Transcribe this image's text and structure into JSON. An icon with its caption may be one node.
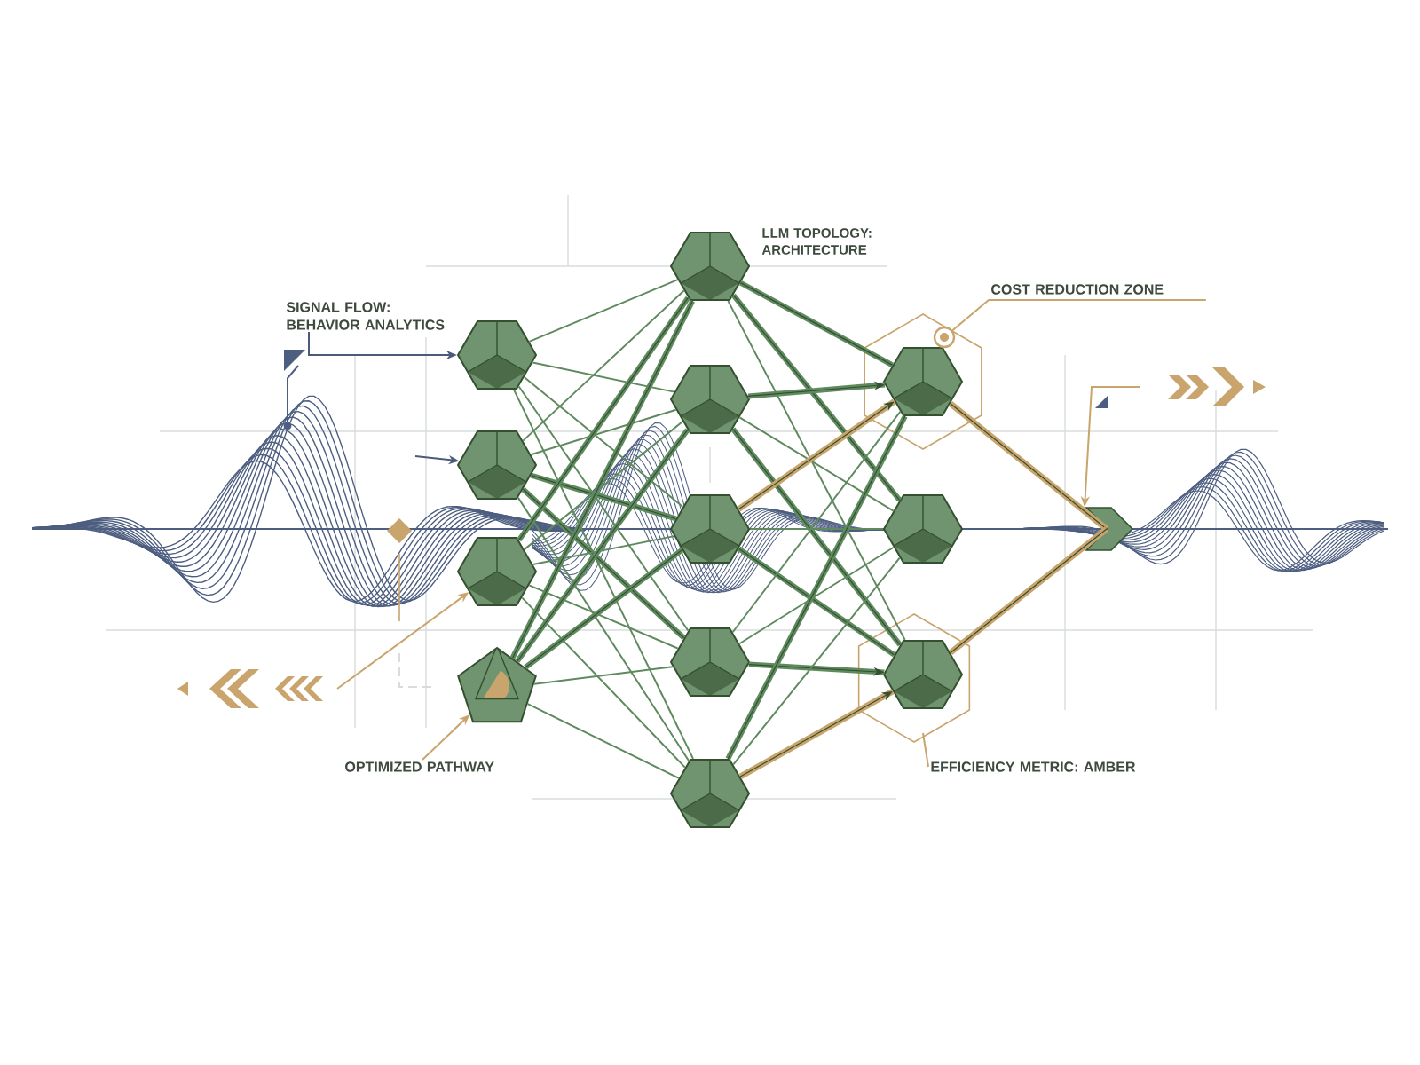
{
  "diagram": {
    "nodes": [
      {
        "text": [],
        "shape": "cube"
      },
      {
        "text": [],
        "shape": "cube"
      },
      {
        "text": [],
        "shape": "cube"
      },
      {
        "text": [],
        "shape": "pentagon"
      },
      {
        "text": [],
        "shape": "cube",
        "beside": [
          "LLM TOPOLOGY: ARCHITECTURE"
        ]
      },
      {
        "text": [],
        "shape": "cube"
      },
      {
        "text": [],
        "shape": "cube"
      },
      {
        "text": [],
        "shape": "cube"
      },
      {
        "text": [],
        "shape": "cube"
      },
      {
        "text": [],
        "shape": "cube"
      },
      {
        "text": [],
        "shape": "cube"
      },
      {
        "text": [],
        "shape": "cube"
      },
      {
        "text": [
          "SIGNAL FLOW: BEHAVIOR ANALYTICS"
        ]
      },
      {
        "text": [
          "OPTIMIZED PATHWAY"
        ]
      },
      {
        "text": [
          "COST REDUCTION ZONE"
        ]
      },
      {
        "text": [],
        "shape": "circle"
      },
      {
        "text": [
          "EFFICIENCY METRIC: AMBER"
        ]
      },
      {
        "text": [],
        "shape": "chevron"
      }
    ],
    "edges": [
      {
        "from": 0,
        "to": 4,
        "arrow": "none"
      },
      {
        "from": 0,
        "to": 5,
        "arrow": "none"
      },
      {
        "from": 0,
        "to": 6,
        "arrow": "none"
      },
      {
        "from": 0,
        "to": 7,
        "arrow": "none"
      },
      {
        "from": 0,
        "to": 8,
        "arrow": "none"
      },
      {
        "from": 1,
        "to": 4,
        "arrow": "none"
      },
      {
        "from": 1,
        "to": 5,
        "arrow": "none"
      },
      {
        "from": 1,
        "to": 6,
        "arrow": "none",
        "style": "thick"
      },
      {
        "from": 1,
        "to": 7,
        "arrow": "none",
        "style": "thick"
      },
      {
        "from": 1,
        "to": 8,
        "arrow": "none"
      },
      {
        "from": 2,
        "to": 4,
        "arrow": "none",
        "style": "thick"
      },
      {
        "from": 2,
        "to": 5,
        "arrow": "none"
      },
      {
        "from": 2,
        "to": 6,
        "arrow": "none"
      },
      {
        "from": 2,
        "to": 7,
        "arrow": "none"
      },
      {
        "from": 2,
        "to": 8,
        "arrow": "none"
      },
      {
        "from": 3,
        "to": 4,
        "arrow": "none",
        "style": "thick"
      },
      {
        "from": 3,
        "to": 5,
        "arrow": "none",
        "style": "thick"
      },
      {
        "from": 3,
        "to": 6,
        "arrow": "none",
        "style": "thick"
      },
      {
        "from": 3,
        "to": 7,
        "arrow": "none"
      },
      {
        "from": 3,
        "to": 8,
        "arrow": "none"
      },
      {
        "from": 4,
        "to": 9,
        "arrow": "none",
        "style": "thick"
      },
      {
        "from": 4,
        "to": 10,
        "arrow": "none",
        "style": "thick"
      },
      {
        "from": 4,
        "to": 11,
        "arrow": "none"
      },
      {
        "from": 5,
        "to": 9,
        "arrow": "to",
        "style": "thick"
      },
      {
        "from": 5,
        "to": 10,
        "arrow": "none"
      },
      {
        "from": 5,
        "to": 11,
        "arrow": "none",
        "style": "thick"
      },
      {
        "from": 6,
        "to": 9,
        "arrow": "to",
        "style": "thick",
        "color": "#c9a46c"
      },
      {
        "from": 6,
        "to": 10,
        "arrow": "none"
      },
      {
        "from": 6,
        "to": 11,
        "arrow": "none",
        "style": "thick"
      },
      {
        "from": 7,
        "to": 9,
        "arrow": "none"
      },
      {
        "from": 7,
        "to": 10,
        "arrow": "none"
      },
      {
        "from": 7,
        "to": 11,
        "arrow": "to",
        "style": "thick"
      },
      {
        "from": 8,
        "to": 9,
        "arrow": "none",
        "style": "thick"
      },
      {
        "from": 8,
        "to": 10,
        "arrow": "none"
      },
      {
        "from": 8,
        "to": 11,
        "arrow": "to",
        "style": "thick",
        "color": "#c9a46c"
      },
      {
        "from": 9,
        "to": 17,
        "arrow": "none",
        "style": "thick",
        "color": "#c9a46c"
      },
      {
        "from": 17,
        "to": 11,
        "arrow": "none",
        "style": "thick",
        "color": "#c9a46c"
      },
      {
        "from": 12,
        "to": 0,
        "arrow": "to",
        "color": "#4b5a7a"
      },
      {
        "from": null,
        "to": 1,
        "arrow": "to",
        "color": "#4b5a7a"
      },
      {
        "from": null,
        "to": 2,
        "arrow": "to",
        "color": "#c9a46c"
      },
      {
        "from": 13,
        "to": 3,
        "arrow": "to",
        "color": "#c9a46c"
      },
      {
        "from": 14,
        "to": 15,
        "arrow": "none",
        "color": "#c9a46c"
      },
      {
        "from": 16,
        "to": null,
        "arrow": "none",
        "color": "#c9a46c"
      },
      {
        "from": null,
        "to": 17,
        "arrow": "to",
        "color": "#c9a46c"
      }
    ]
  }
}
